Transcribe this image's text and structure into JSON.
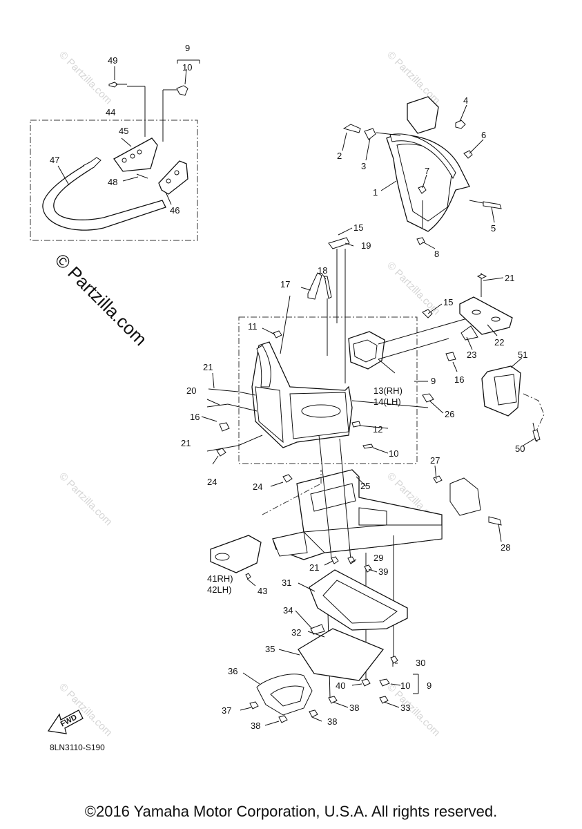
{
  "diagram": {
    "code": "8LN3110-S190",
    "fwd_label": "FWD",
    "watermark_small": "© Partzilla.com",
    "watermark_large": "© Partzilla.com",
    "callouts": {
      "c1": "1",
      "c2": "2",
      "c3": "3",
      "c4": "4",
      "c5": "5",
      "c6": "6",
      "c7": "7",
      "c8": "8",
      "c9a": "9",
      "c10a": "10",
      "c9b": "9",
      "c9c": "9",
      "c10b": "10",
      "c10c": "10",
      "c11": "11",
      "c12": "12",
      "c13": "13(RH)",
      "c14": "14(LH)",
      "c15a": "15",
      "c15b": "15",
      "c16a": "16",
      "c16b": "16",
      "c17": "17",
      "c18": "18",
      "c19": "19",
      "c20": "20",
      "c21a": "21",
      "c21b": "21",
      "c21c": "21",
      "c21d": "21",
      "c22": "22",
      "c23": "23",
      "c24a": "24",
      "c24b": "24",
      "c25": "25",
      "c26": "26",
      "c27": "27",
      "c28": "28",
      "c29": "29",
      "c30": "30",
      "c31": "31",
      "c32": "32",
      "c33": "33",
      "c34": "34",
      "c35": "35",
      "c36": "36",
      "c37": "37",
      "c38a": "38",
      "c38b": "38",
      "c38c": "38",
      "c39": "39",
      "c40": "40",
      "c41": "41RH)",
      "c42": "42LH)",
      "c43": "43",
      "c44": "44",
      "c45": "45",
      "c46": "46",
      "c47": "47",
      "c48": "48",
      "c49": "49",
      "c50": "50",
      "c51": "51"
    }
  },
  "footer": {
    "copyright": "©2016 Yamaha Motor Corporation, U.S.A. All rights reserved."
  }
}
